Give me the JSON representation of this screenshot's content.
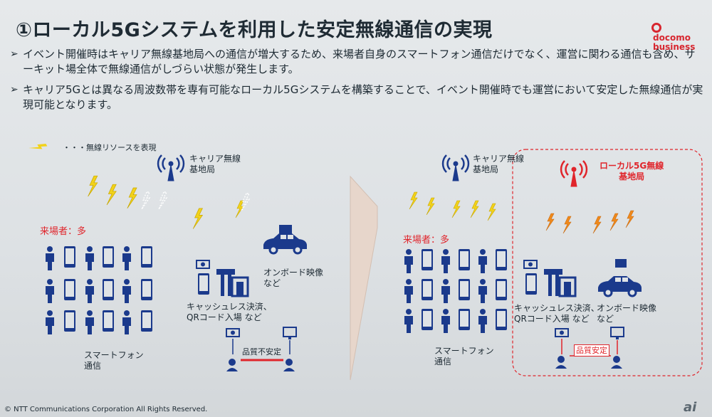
{
  "slide": {
    "title": "①ローカル5Gシステムを利用した安定無線通信の実現",
    "logo_line1": "docomo",
    "logo_line2": "business",
    "bullets": [
      "イベント開催時はキャリア無線基地局への通信が増大するため、来場者自身のスマートフォン通信だけでなく、運営に関わる通信も含め、サーキット場全体で無線通信がしづらい状態が発生します。",
      "キャリア5Gとは異なる周波数帯を専有可能なローカル5Gシステムを構築することで、イベント開催時でも運営において安定した無線通信が実現可能となります。"
    ],
    "legend": "・・・無線リソースを表現",
    "left": {
      "carrier_station": [
        "キャリア無線",
        "基地局"
      ],
      "visitors": "来場者：多",
      "smartphone": [
        "スマートフォン",
        "通信"
      ],
      "onboard": [
        "オンボード映像",
        "など"
      ],
      "cashless": [
        "キャッシュレス決済、",
        "QRコード入場 など"
      ],
      "quality": "品質不安定"
    },
    "right": {
      "carrier_station": [
        "キャリア無線",
        "基地局"
      ],
      "local5g_station": [
        "ローカル5G無線",
        "基地局"
      ],
      "visitors": "来場者：多",
      "smartphone": [
        "スマートフォン",
        "通信"
      ],
      "onboard": [
        "オンボード映像",
        "など"
      ],
      "cashless": [
        "キャッシュレス決済、",
        "QRコード入場 など"
      ],
      "quality": "品質安定"
    },
    "footer": "© NTT Communications Corporation All Rights Reserved.",
    "watermark": "ai"
  },
  "colors": {
    "icon_blue": "#1b3a8c",
    "accent_red": "#e0252b",
    "bolt_yellow": "#f2d21b",
    "bolt_orange": "#f08a1c",
    "brand_red": "#d8262f"
  }
}
